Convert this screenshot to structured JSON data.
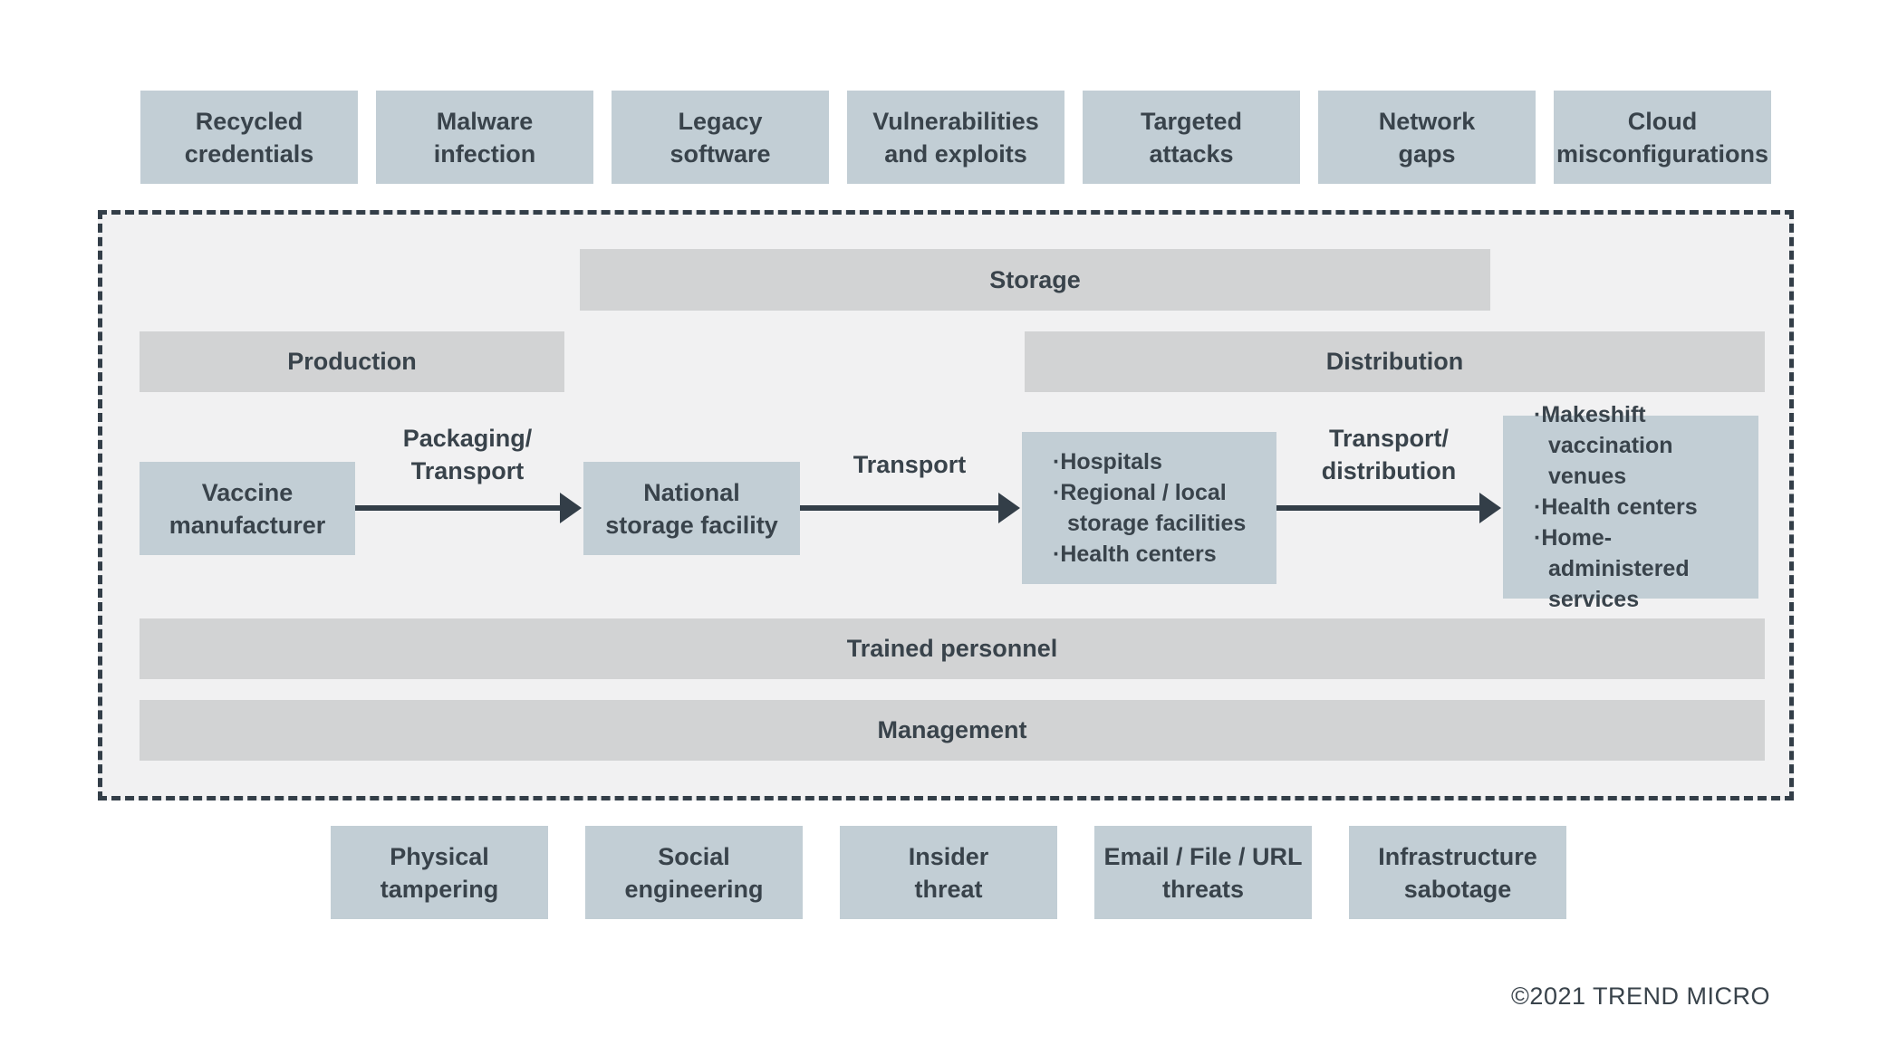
{
  "colors": {
    "node-fill": "#c2ced5",
    "bar-fill": "#d2d3d4",
    "panel-fill": "#f1f1f2",
    "line": "#333e48",
    "text": "#39434b",
    "page-bg": "#ffffff"
  },
  "top_threats": {
    "items": [
      {
        "label": "Recycled\ncredentials"
      },
      {
        "label": "Malware\ninfection"
      },
      {
        "label": "Legacy\nsoftware"
      },
      {
        "label": "Vulnerabilities\nand exploits"
      },
      {
        "label": "Targeted\nattacks"
      },
      {
        "label": "Network\ngaps"
      },
      {
        "label": "Cloud\nmisconfigurations"
      }
    ]
  },
  "supply_chain": {
    "stages": {
      "storage": "Storage",
      "production": "Production",
      "distribution": "Distribution",
      "trained_personnel": "Trained personnel",
      "management": "Management"
    },
    "nodes": {
      "vaccine_manufacturer": {
        "label": "Vaccine\nmanufacturer"
      },
      "national_storage_facility": {
        "label": "National\nstorage facility"
      },
      "regional_destinations": {
        "items": [
          "Hospitals",
          "Regional / local storage facilities",
          "Health centers"
        ]
      },
      "final_destinations": {
        "items": [
          "Makeshift vaccination venues",
          "Health centers",
          "Home-administered services"
        ]
      }
    },
    "arrows": {
      "packaging_transport": "Packaging/\nTransport",
      "transport": "Transport",
      "transport_distribution": "Transport/\ndistribution"
    }
  },
  "bottom_threats": {
    "items": [
      {
        "label": "Physical\ntampering"
      },
      {
        "label": "Social\nengineering"
      },
      {
        "label": "Insider\nthreat"
      },
      {
        "label": "Email / File / URL\nthreats"
      },
      {
        "label": "Infrastructure\nsabotage"
      }
    ]
  },
  "footer": {
    "copyright": "©2021 TREND MICRO"
  }
}
